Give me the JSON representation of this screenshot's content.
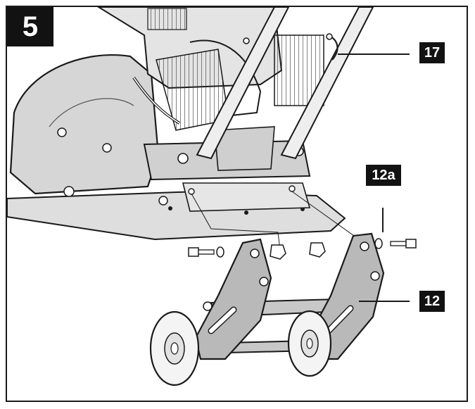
{
  "figure": {
    "step_number": "5",
    "callouts": [
      {
        "id": "c17",
        "label": "17"
      },
      {
        "id": "c12a",
        "label": "12a"
      },
      {
        "id": "c12",
        "label": "12"
      }
    ]
  },
  "colors": {
    "ink": "#1a1a1a",
    "machine_fill": "#dcdcdc",
    "part_fill": "#b9b9b9",
    "badge": "#121212"
  }
}
